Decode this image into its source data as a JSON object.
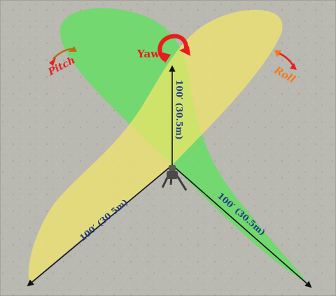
{
  "labels": {
    "yaw": "Yaw",
    "pitch": "Pitch",
    "roll": "Roll",
    "range_vertical": "100′ (30.5m)",
    "range_left": "100′ (30.5m)",
    "range_right": "100′ (30.5m)"
  },
  "colors": {
    "ground": "#b9b8b1",
    "green_plane": "#5ee25c",
    "yellow_plane": "#f3e86a",
    "yaw_arrow": "#e81d1d",
    "pitch_text": "#e32222",
    "pitch_arrow": "#c06a18",
    "roll_text": "#f07b1e",
    "roll_arrow": "#e32222",
    "range_text": "#223a88",
    "axis_line": "#111111"
  },
  "icons": {
    "sensor": "tripod-sensor-icon",
    "yaw": "rotate-arrow-icon",
    "pitch": "curved-double-arrow-icon",
    "roll": "curved-double-arrow-icon"
  }
}
